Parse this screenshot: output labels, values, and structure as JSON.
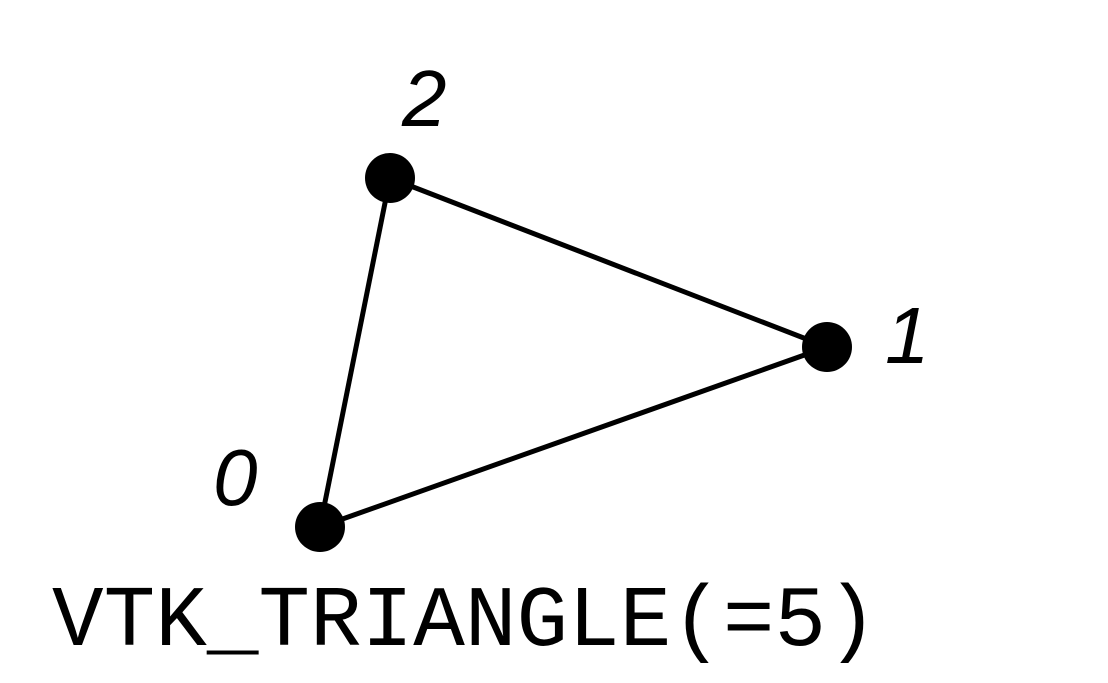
{
  "diagram": {
    "caption": "VTK_TRIANGLE(=5)",
    "vertices": [
      {
        "id": "0",
        "label": "0"
      },
      {
        "id": "1",
        "label": "1"
      },
      {
        "id": "2",
        "label": "2"
      }
    ],
    "edges": [
      {
        "from": "0",
        "to": "1"
      },
      {
        "from": "1",
        "to": "2"
      },
      {
        "from": "2",
        "to": "0"
      }
    ],
    "colors": {
      "stroke": "#000000",
      "background": "#ffffff"
    }
  }
}
